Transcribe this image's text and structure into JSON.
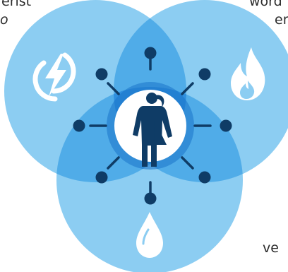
{
  "text_fragments": {
    "top_left_line1": "erist",
    "top_left_line2": "o",
    "top_right_line1": "word",
    "top_right_line2": "er",
    "bottom_right": "ve"
  },
  "icons": {
    "left_circle": "lightning-bolt-icon",
    "right_circle": "flame-icon",
    "bottom_circle": "water-drop-icon",
    "center": "person-icon"
  },
  "colors": {
    "circle_light": "#8ccdf2",
    "circle_overlap": "#50ace8",
    "circle_triple": "#2f8fde",
    "hub_ring": "#1a74c9",
    "node": "#0f3c66",
    "person": "#0f3c66",
    "icon_white": "#ffffff"
  }
}
